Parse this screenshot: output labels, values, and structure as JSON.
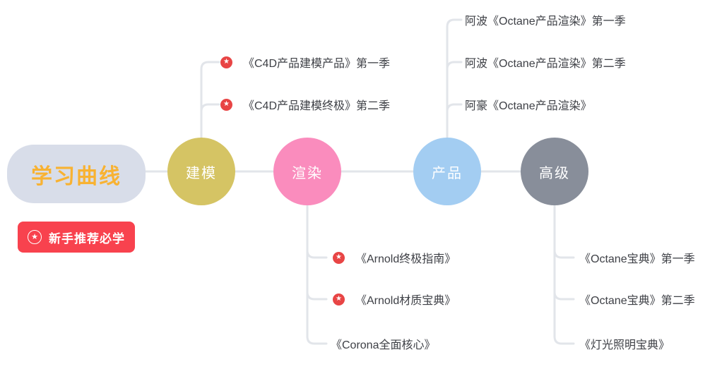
{
  "root": {
    "label": "学习曲线",
    "bg_color": "#d8dde9",
    "text_color": "#f8b232"
  },
  "legend_badge": {
    "label": "新手推荐必学",
    "icon": "star-in-circle-icon",
    "bg_color": "#f8424e"
  },
  "nodes": {
    "modeling": {
      "label": "建模",
      "color": "#d5c464"
    },
    "rendering": {
      "label": "渲染",
      "color": "#fa8cbd"
    },
    "product": {
      "label": "产品",
      "color": "#a3cdf2"
    },
    "advanced": {
      "label": "高级",
      "color": "#888e9a"
    }
  },
  "branches": {
    "modeling": {
      "items": [
        {
          "label": "《C4D产品建模产品》第一季",
          "starred": true
        },
        {
          "label": "《C4D产品建模终极》第二季",
          "starred": true
        }
      ]
    },
    "product": {
      "items": [
        {
          "label": "阿波《Octane产品渲染》第一季",
          "starred": false
        },
        {
          "label": "阿波《Octane产品渲染》第二季",
          "starred": false
        },
        {
          "label": "阿豪《Octane产品渲染》",
          "starred": false
        }
      ]
    },
    "rendering": {
      "items": [
        {
          "label": "《Arnold终极指南》",
          "starred": true
        },
        {
          "label": "《Arnold材质宝典》",
          "starred": true
        },
        {
          "label": "《Corona全面核心》",
          "starred": false
        }
      ]
    },
    "advanced": {
      "items": [
        {
          "label": "《Octane宝典》第一季",
          "starred": false
        },
        {
          "label": "《Octane宝典》第二季",
          "starred": false
        },
        {
          "label": "《灯光照明宝典》",
          "starred": false
        }
      ]
    }
  },
  "icons": {
    "star_glyph": "★"
  },
  "colors": {
    "connector": "#e2e5ea",
    "item_text": "#3e4046",
    "star_badge": "#e84545"
  }
}
